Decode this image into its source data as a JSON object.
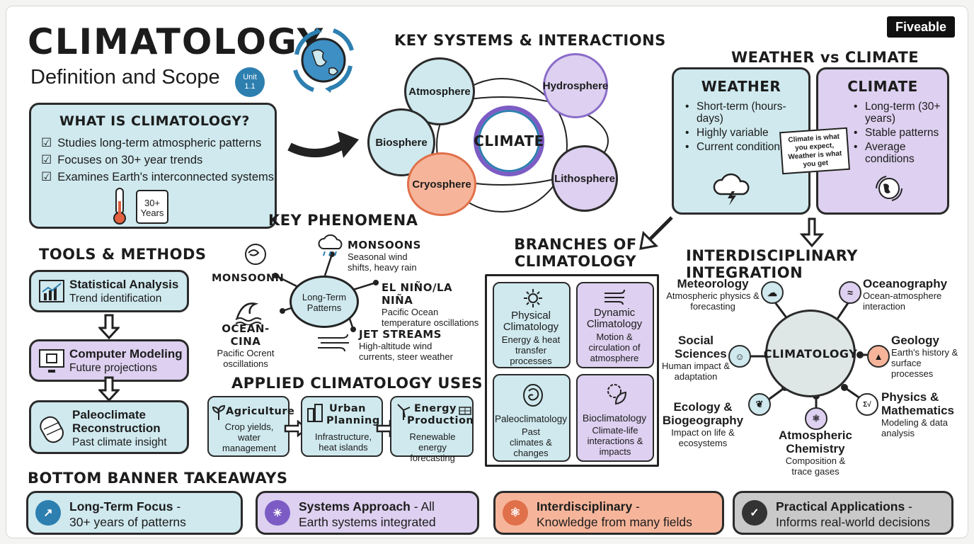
{
  "header": {
    "title": "CLIMATOLOGY",
    "subtitle": "Definition and Scope",
    "unit_badge_line1": "Unit",
    "unit_badge_line2": "1.1",
    "brand": "Fiveable"
  },
  "what_is": {
    "title": "WHAT IS CLIMATOLOGY?",
    "items": [
      "Studies long-term atmospheric patterns",
      "Focuses on 30+ year trends",
      "Examines Earth's interconnected systems"
    ],
    "calendar_line1": "30+",
    "calendar_line2": "Years"
  },
  "key_systems": {
    "title": "KEY SYSTEMS & INTERACTIONS",
    "center": "CLIMATE",
    "nodes": {
      "atmosphere": "Atmosphere",
      "hydrosphere": "Hydrosphere",
      "biosphere": "Biosphere",
      "cryosphere": "Cryosphere",
      "lithosphere": "Lithosphere"
    }
  },
  "weather_vs_climate": {
    "title": "WEATHER vs CLIMATE",
    "weather": {
      "title": "WEATHER",
      "items": [
        "Short-term (hours-days)",
        "Highly variable",
        "Current conditions"
      ]
    },
    "climate": {
      "title": "CLIMATE",
      "items": [
        "Long-term (30+ years)",
        "Stable patterns",
        "Average conditions"
      ]
    },
    "banner": "Climate is what you expect, Weather is what you get"
  },
  "tools": {
    "title": "TOOLS & METHODS",
    "items": [
      {
        "title": "Statistical Analysis",
        "desc": "Trend identification"
      },
      {
        "title": "Computer Modeling",
        "desc": "Future projections"
      },
      {
        "title": "Paleoclimate Reconstruction",
        "desc": "Past climate insight"
      }
    ]
  },
  "phenomena": {
    "title": "KEY PHENOMENA",
    "hub": "Long-Term Patterns",
    "monsoons": {
      "title": "MONSOONS",
      "desc": "Seasonal wind shifts, heavy rain"
    },
    "monsoonn": "MONSOONN",
    "elnino": {
      "title": "EL NIÑO/LA NIÑA",
      "desc": "Pacific Ocean temperature oscillations"
    },
    "ocean": {
      "title": "OCEAN-CINA",
      "desc": "Pacific Ocrent oscillations"
    },
    "jet": {
      "title": "JET STREAMS",
      "desc": "High-altitude wind currents, steer weather"
    }
  },
  "applied": {
    "title": "APPLIED CLIMATOLOGY USES",
    "items": [
      {
        "title": "Agriculture",
        "desc": "Crop yields, water management"
      },
      {
        "title": "Urban Planning",
        "desc": "Infrastructure, heat islands"
      },
      {
        "title": "Energy Production",
        "desc": "Renewable energy forecasting"
      }
    ]
  },
  "branches": {
    "title_line1": "BRANCHES OF",
    "title_line2": "CLIMATOLOGY",
    "items": [
      {
        "title": "Physical Climatology",
        "desc": "Energy & heat transfer processes"
      },
      {
        "title": "Dynamic Climatology",
        "desc": "Motion & circulation of atmosphere"
      },
      {
        "title": "Paleoclimatology",
        "desc": "Past climates & changes"
      },
      {
        "title": "Bioclimatology",
        "desc": "Climate-life interactions & impacts"
      }
    ]
  },
  "interdisciplinary": {
    "title": "INTERDISCIPLINARY INTEGRATION",
    "hub": "CLIMATOLOGY",
    "meteorology": {
      "title": "Meteorology",
      "desc": "Atmospheric physics & forecasting"
    },
    "oceanography": {
      "title": "Oceanography",
      "desc": "Ocean-atmosphere interaction"
    },
    "social": {
      "title": "Social Sciences",
      "desc": "Human impact & adaptation"
    },
    "geology": {
      "title": "Geology",
      "desc": "Earth's history & surface processes"
    },
    "ecology": {
      "title": "Ecology & Biogeography",
      "desc": "Impact on life & ecosystems"
    },
    "chemistry": {
      "title": "Atmospheric Chemistry",
      "desc": "Composition & trace gases"
    },
    "physics": {
      "title": "Physics & Mathematics",
      "desc": "Modeling & data analysis"
    }
  },
  "takeaways": {
    "title": "BOTTOM BANNER TAKEAWAYS",
    "items": [
      {
        "bold": "Long-Term Focus",
        "rest1": " -",
        "rest2": "30+ years of patterns"
      },
      {
        "bold": "Systems Approach",
        "rest1": " - All",
        "rest2": "Earth systems integrated"
      },
      {
        "bold": "Interdisciplinary",
        "rest1": " -",
        "rest2": "Knowledge from many fields"
      },
      {
        "bold": "Practical Applications",
        "rest1": " -",
        "rest2": "Informs real-world decisions"
      }
    ]
  },
  "colors": {
    "blue": "#cfe9ee",
    "purple": "#ddd0f0",
    "orange": "#f6b59a",
    "gray": "#c9c9c9",
    "accent_blue": "#2d7fb0"
  }
}
